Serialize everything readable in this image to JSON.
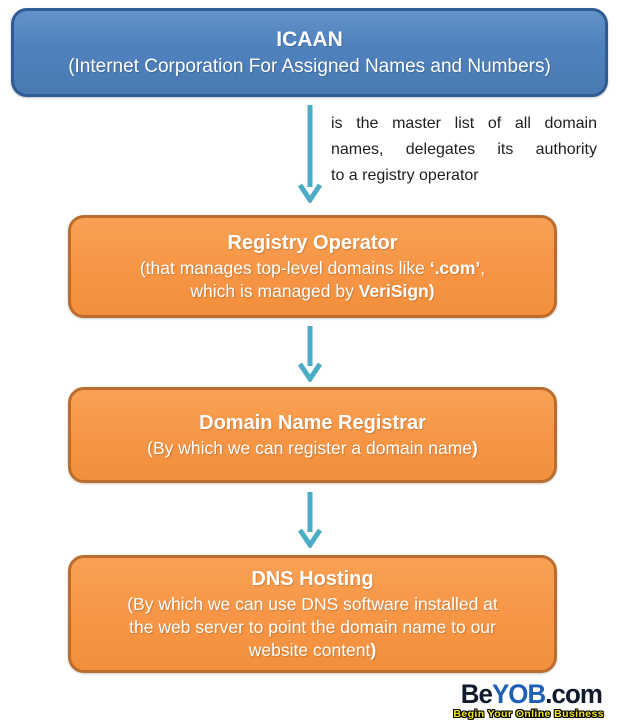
{
  "diagram": {
    "nodes": [
      {
        "title": "ICAAN",
        "lines": [
          [
            {
              "text": "(Internet Corporation For Assigned Names and Numbers)",
              "bold": false
            }
          ]
        ]
      },
      {
        "title": "Registry Operator",
        "lines": [
          [
            {
              "text": "(that manages top-level domains like ",
              "bold": false
            },
            {
              "text": "‘.com’",
              "bold": true
            },
            {
              "text": ",",
              "bold": false
            }
          ],
          [
            {
              "text": "which is managed by ",
              "bold": false
            },
            {
              "text": "VeriSign)",
              "bold": true
            }
          ]
        ]
      },
      {
        "title": "Domain Name Registrar",
        "lines": [
          [
            {
              "text": "(By which we can register a domain name",
              "bold": false
            },
            {
              "text": ")",
              "bold": true
            }
          ]
        ]
      },
      {
        "title": "DNS Hosting",
        "lines": [
          [
            {
              "text": "(By which we can use DNS software installed at",
              "bold": false
            }
          ],
          [
            {
              "text": "the web server to point the domain name to our",
              "bold": false
            }
          ],
          [
            {
              "text": "website content",
              "bold": false
            },
            {
              "text": ")",
              "bold": true
            }
          ]
        ]
      }
    ],
    "annotation": {
      "lines": [
        "is the master list of all domain",
        "names, delegates its authority",
        "to a registry operator"
      ]
    }
  },
  "logo": {
    "be": "Be",
    "yob": "YOB",
    "dotcom": ".com",
    "tagline": "Begin Your Online Business"
  },
  "colors": {
    "node_blue_fill": "#4F81BD",
    "node_blue_border": "#2F5C93",
    "node_orange_fill": "#F79646",
    "node_orange_border": "#BA6D2E",
    "arrow": "#4BACC6",
    "annotation_text": "#1F1F1F",
    "logo_dark": "#111A2B",
    "logo_blue": "#1D5FB4",
    "logo_tagline": "#F2E71C"
  }
}
